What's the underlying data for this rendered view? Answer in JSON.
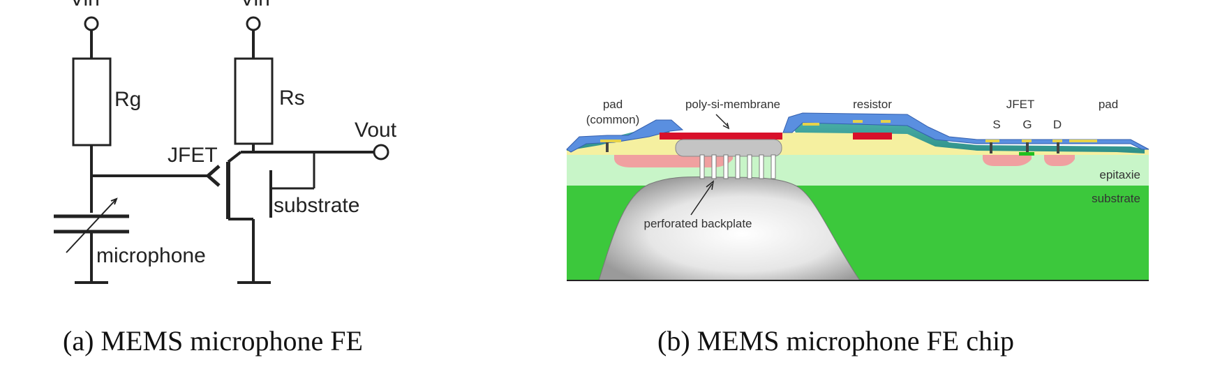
{
  "circuit": {
    "supply_left": "Vin",
    "supply_right": "Vin",
    "resistor_gate": "Rg",
    "resistor_source": "Rs",
    "output": "Vout",
    "transistor": "JFET",
    "substrate": "substrate",
    "microphone": "microphone",
    "caption": "(a) MEMS microphone FE"
  },
  "chip": {
    "pad_left_line1": "pad",
    "pad_left_line2": "(common)",
    "membrane": "poly-si-membrane",
    "resistor": "resistor",
    "jfet": "JFET",
    "source": "S",
    "gate": "G",
    "drain": "D",
    "pad_right": "pad",
    "epitaxie": "epitaxie",
    "substrate": "substrate",
    "backplate": "perforated backplate",
    "caption": "(b) MEMS microphone FE chip"
  },
  "colors": {
    "substrate_green": "#3cc83c",
    "epitaxie_green": "#c8f5c8",
    "oxide_yellow": "#f5f0a0",
    "metal_blue": "#5a8fe0",
    "membrane_red": "#d8102a",
    "diffusion_pink": "#f0a0a0",
    "gate_green": "#20c020"
  }
}
